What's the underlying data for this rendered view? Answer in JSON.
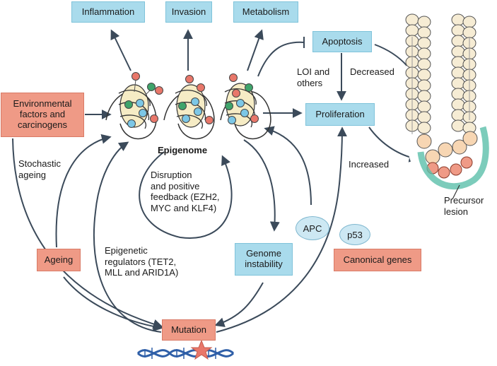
{
  "boxes": {
    "inflammation": "Inflammation",
    "invasion": "Invasion",
    "metabolism": "Metabolism",
    "apoptosis": "Apoptosis",
    "proliferation": "Proliferation",
    "environmental": "Environmental factors and carcinogens",
    "ageing": "Ageing",
    "genome_instability": "Genome instability",
    "canonical_genes": "Canonical genes",
    "mutation": "Mutation"
  },
  "ovals": {
    "apc": "APC",
    "p53": "p53"
  },
  "labels": {
    "epigenome": "Epigenome",
    "loi": "LOI and\nothers",
    "decreased": "Decreased",
    "increased": "Increased",
    "stochastic_ageing": "Stochastic\nageing",
    "disruption": "Disruption\nand positive\nfeedback (EZH2,\nMYC and KLF4)",
    "epigenetic_regulators": "Epigenetic\nregulators (TET2,\nMLL and ARID1A)",
    "precursor_lesion": "Precursor\nlesion"
  },
  "colors": {
    "blue_box": "#a9dbec",
    "red_box": "#ef9a86",
    "arrow": "#3b4a5a",
    "dna": "#2f5fa8",
    "star": "#e8776a"
  }
}
